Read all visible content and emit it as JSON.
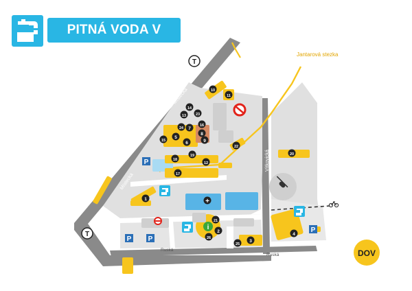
{
  "header": {
    "title": "PITNÁ VODA V AREÁLU",
    "icon": "water-tap-icon"
  },
  "colors": {
    "accent_blue": "#29b6e4",
    "building_yellow": "#f7c51d",
    "trail_yellow": "#f7c51d",
    "road_gray": "#8a8a8a",
    "area_gray": "#d9d9d9",
    "parking_blue": "#2b6fb7"
  },
  "streets": {
    "mistecka_top": "Místecká",
    "mistecka_left": "Místecká",
    "vitkovicka": "Vítkovická",
    "ruska_left": "Ruská",
    "ruska_right": "Ruská"
  },
  "trail_label": "Jantarová stezka",
  "dov_label": "DOV",
  "transit_stop_label": "T",
  "parking_label": "P",
  "info_label": "i",
  "hospital_cross": "+",
  "buildings": {
    "b1": "1",
    "b2": "2",
    "b3": "3",
    "b4": "4",
    "b5": "5",
    "b6": "6",
    "b7": "7",
    "b8": "8",
    "b9": "9",
    "b10": "10",
    "b11": "11",
    "b12": "12",
    "b13": "13",
    "b14": "14",
    "b15": "15",
    "b16": "16",
    "b17": "17",
    "b18": "18",
    "b19": "19",
    "b20": "20",
    "b21": "21",
    "b22": "22",
    "b23": "23",
    "b24": "24",
    "b25": "25",
    "b26": "26"
  }
}
